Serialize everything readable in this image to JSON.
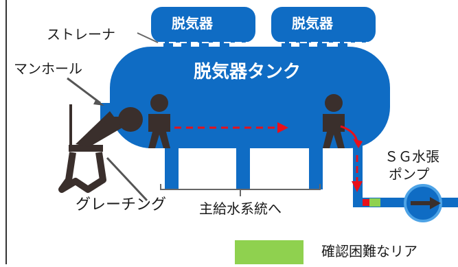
{
  "labels": {
    "deaerator_1": "脱気器",
    "deaerator_2": "脱気器",
    "tank": "脱気器タンク",
    "strainer": "ストレーナ",
    "manhole": "マンホール",
    "grating": "グレーチング",
    "main_feedwater": "主給水系統へ",
    "sg_pump_line1": "ＳＧ水張",
    "sg_pump_line2": "ポンプ",
    "legend": "確認困難なリア"
  },
  "colors": {
    "tank_blue": "#0f6cc4",
    "light_blue": "#4da3e6",
    "worker": "#3a2f2c",
    "arrow_red": "#e8101a",
    "legend_green": "#8fd14f",
    "border": "#333333"
  },
  "icons": [
    "person-icon",
    "person-crawling-icon",
    "pump-icon",
    "arrow-icon"
  ]
}
